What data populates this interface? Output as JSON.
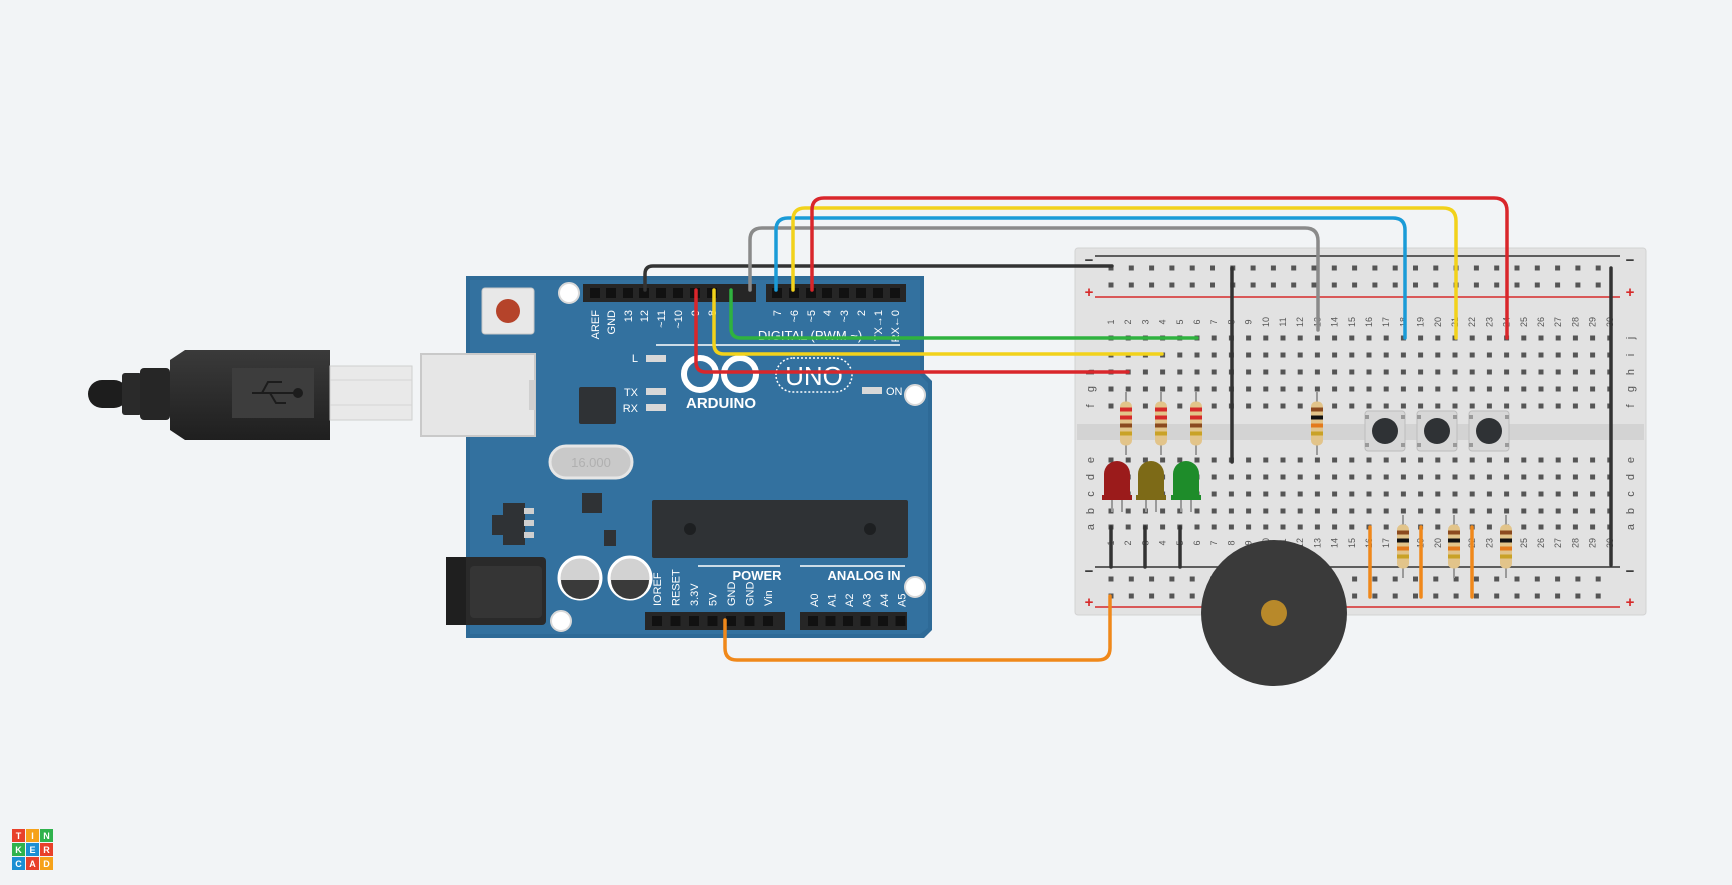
{
  "board": {
    "brand": "ARDUINO",
    "model": "UNO",
    "digital_label": "DIGITAL (PWM ~)",
    "power_label": "POWER",
    "analog_label": "ANALOG IN",
    "on_label": "ON",
    "led_l": "L",
    "led_tx": "TX",
    "led_rx": "RX",
    "crystal_text": "16.000",
    "digital_pins": [
      "AREF",
      "GND",
      "13",
      "12",
      "~11",
      "~10",
      "~9",
      "8",
      "7",
      "~6",
      "~5",
      "4",
      "~3",
      "2",
      "TX→1",
      "RX←0"
    ],
    "power_pins": [
      "IOREF",
      "RESET",
      "3.3V",
      "5V",
      "GND",
      "GND",
      "Vin"
    ],
    "analog_pins": [
      "A0",
      "A1",
      "A2",
      "A3",
      "A4",
      "A5"
    ]
  },
  "breadboard": {
    "row_letters_top": [
      "f",
      "g",
      "h",
      "i",
      "j"
    ],
    "row_letters_bottom": [
      "a",
      "b",
      "c",
      "d",
      "e"
    ],
    "rail_plus": "+",
    "rail_minus": "−",
    "column_numbers": [
      "1",
      "2",
      "3",
      "4",
      "5",
      "6",
      "7",
      "8",
      "9",
      "10",
      "11",
      "12",
      "13",
      "14",
      "15",
      "16",
      "17",
      "18",
      "19",
      "20",
      "21",
      "22",
      "23",
      "24",
      "25",
      "26",
      "27",
      "28",
      "29",
      "30"
    ]
  },
  "logo": {
    "letters": [
      "T",
      "I",
      "N",
      "K",
      "E",
      "R",
      "C",
      "A",
      "D"
    ],
    "colors": [
      "#e8402a",
      "#f6a21a",
      "#2fb24c",
      "#2fb24c",
      "#1b8fd3",
      "#e8402a",
      "#1b8fd3",
      "#e8402a",
      "#f6a21a"
    ]
  },
  "components": {
    "leds": [
      {
        "name": "red-led",
        "color": "#9b1b1b"
      },
      {
        "name": "yellow-led",
        "color": "#7d6a17"
      },
      {
        "name": "green-led",
        "color": "#1e8c2a"
      }
    ],
    "buzzer_color": "#3a3a3a",
    "buzzer_center_color": "#b8892a"
  },
  "wire_colors": {
    "black": "#333333",
    "gray": "#8a8a8a",
    "blue": "#1a9bd7",
    "yellow": "#f2d21b",
    "red": "#d9262b",
    "green": "#2fb23f",
    "orange": "#f0881a"
  }
}
